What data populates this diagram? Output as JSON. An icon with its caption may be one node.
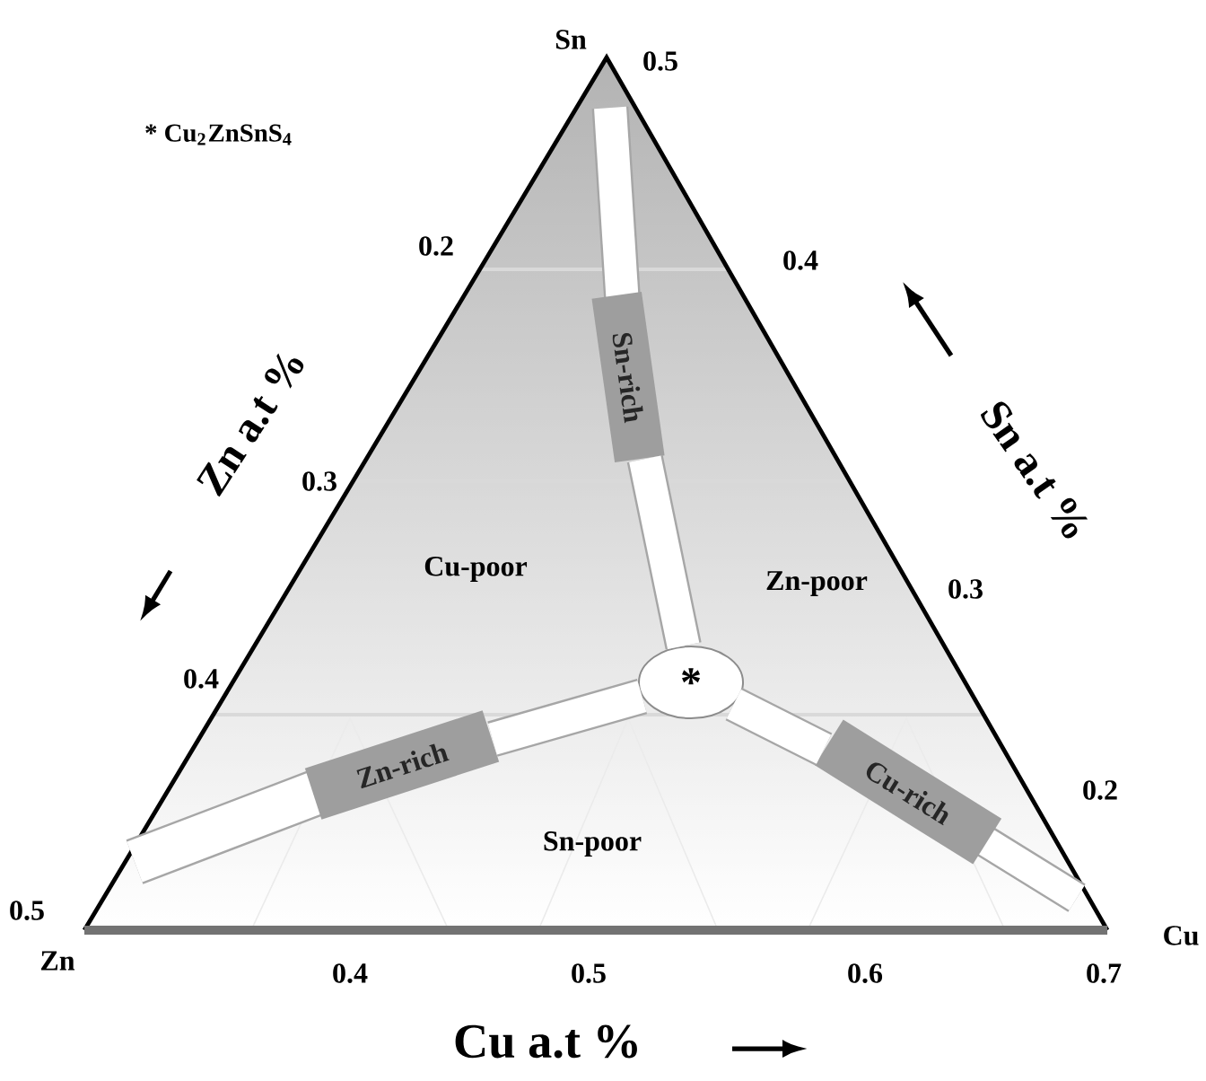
{
  "diagram": {
    "nodes": [
      {
        "text": [
          "Sn-rich"
        ]
      },
      {
        "text": [
          "*"
        ]
      },
      {
        "text": [
          "Zn-rich"
        ]
      },
      {
        "text": [
          "Cu-rich"
        ]
      }
    ],
    "edges": [
      {
        "from": 1,
        "to": 0,
        "arrow": "none"
      },
      {
        "from": 1,
        "to": 2,
        "arrow": "none"
      },
      {
        "from": 1,
        "to": 3,
        "arrow": "none"
      }
    ],
    "labels": [
      "Sn",
      "0.5",
      "* Cu$_{2}$ZnSnS$_{4}$",
      "0.2",
      "0.4",
      "Zn a.t %",
      "Sn a.t %",
      "0.3",
      "Cu-poor",
      "Zn-poor",
      "0.3",
      "0.4",
      "0.2",
      "Sn-poor",
      "0.5",
      "Cu",
      "Zn",
      "0.4",
      "0.5",
      "0.6",
      "0.7",
      "Cu a.t %"
    ]
  }
}
